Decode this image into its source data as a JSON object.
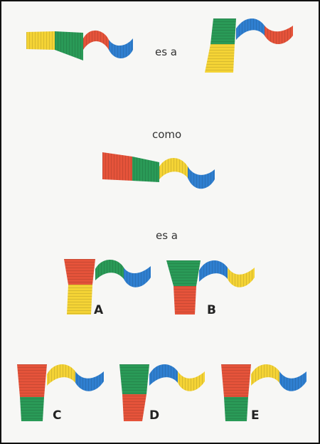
{
  "text": {
    "es_a_1": "es a",
    "como": "como",
    "es_a_2": "es a"
  },
  "options": [
    {
      "label": "A"
    },
    {
      "label": "B"
    },
    {
      "label": "C"
    },
    {
      "label": "D"
    },
    {
      "label": "E"
    }
  ],
  "colors": {
    "yellow": "#f4d335",
    "green": "#2a9a57",
    "red": "#e5533a",
    "blue": "#2f7fd0"
  }
}
